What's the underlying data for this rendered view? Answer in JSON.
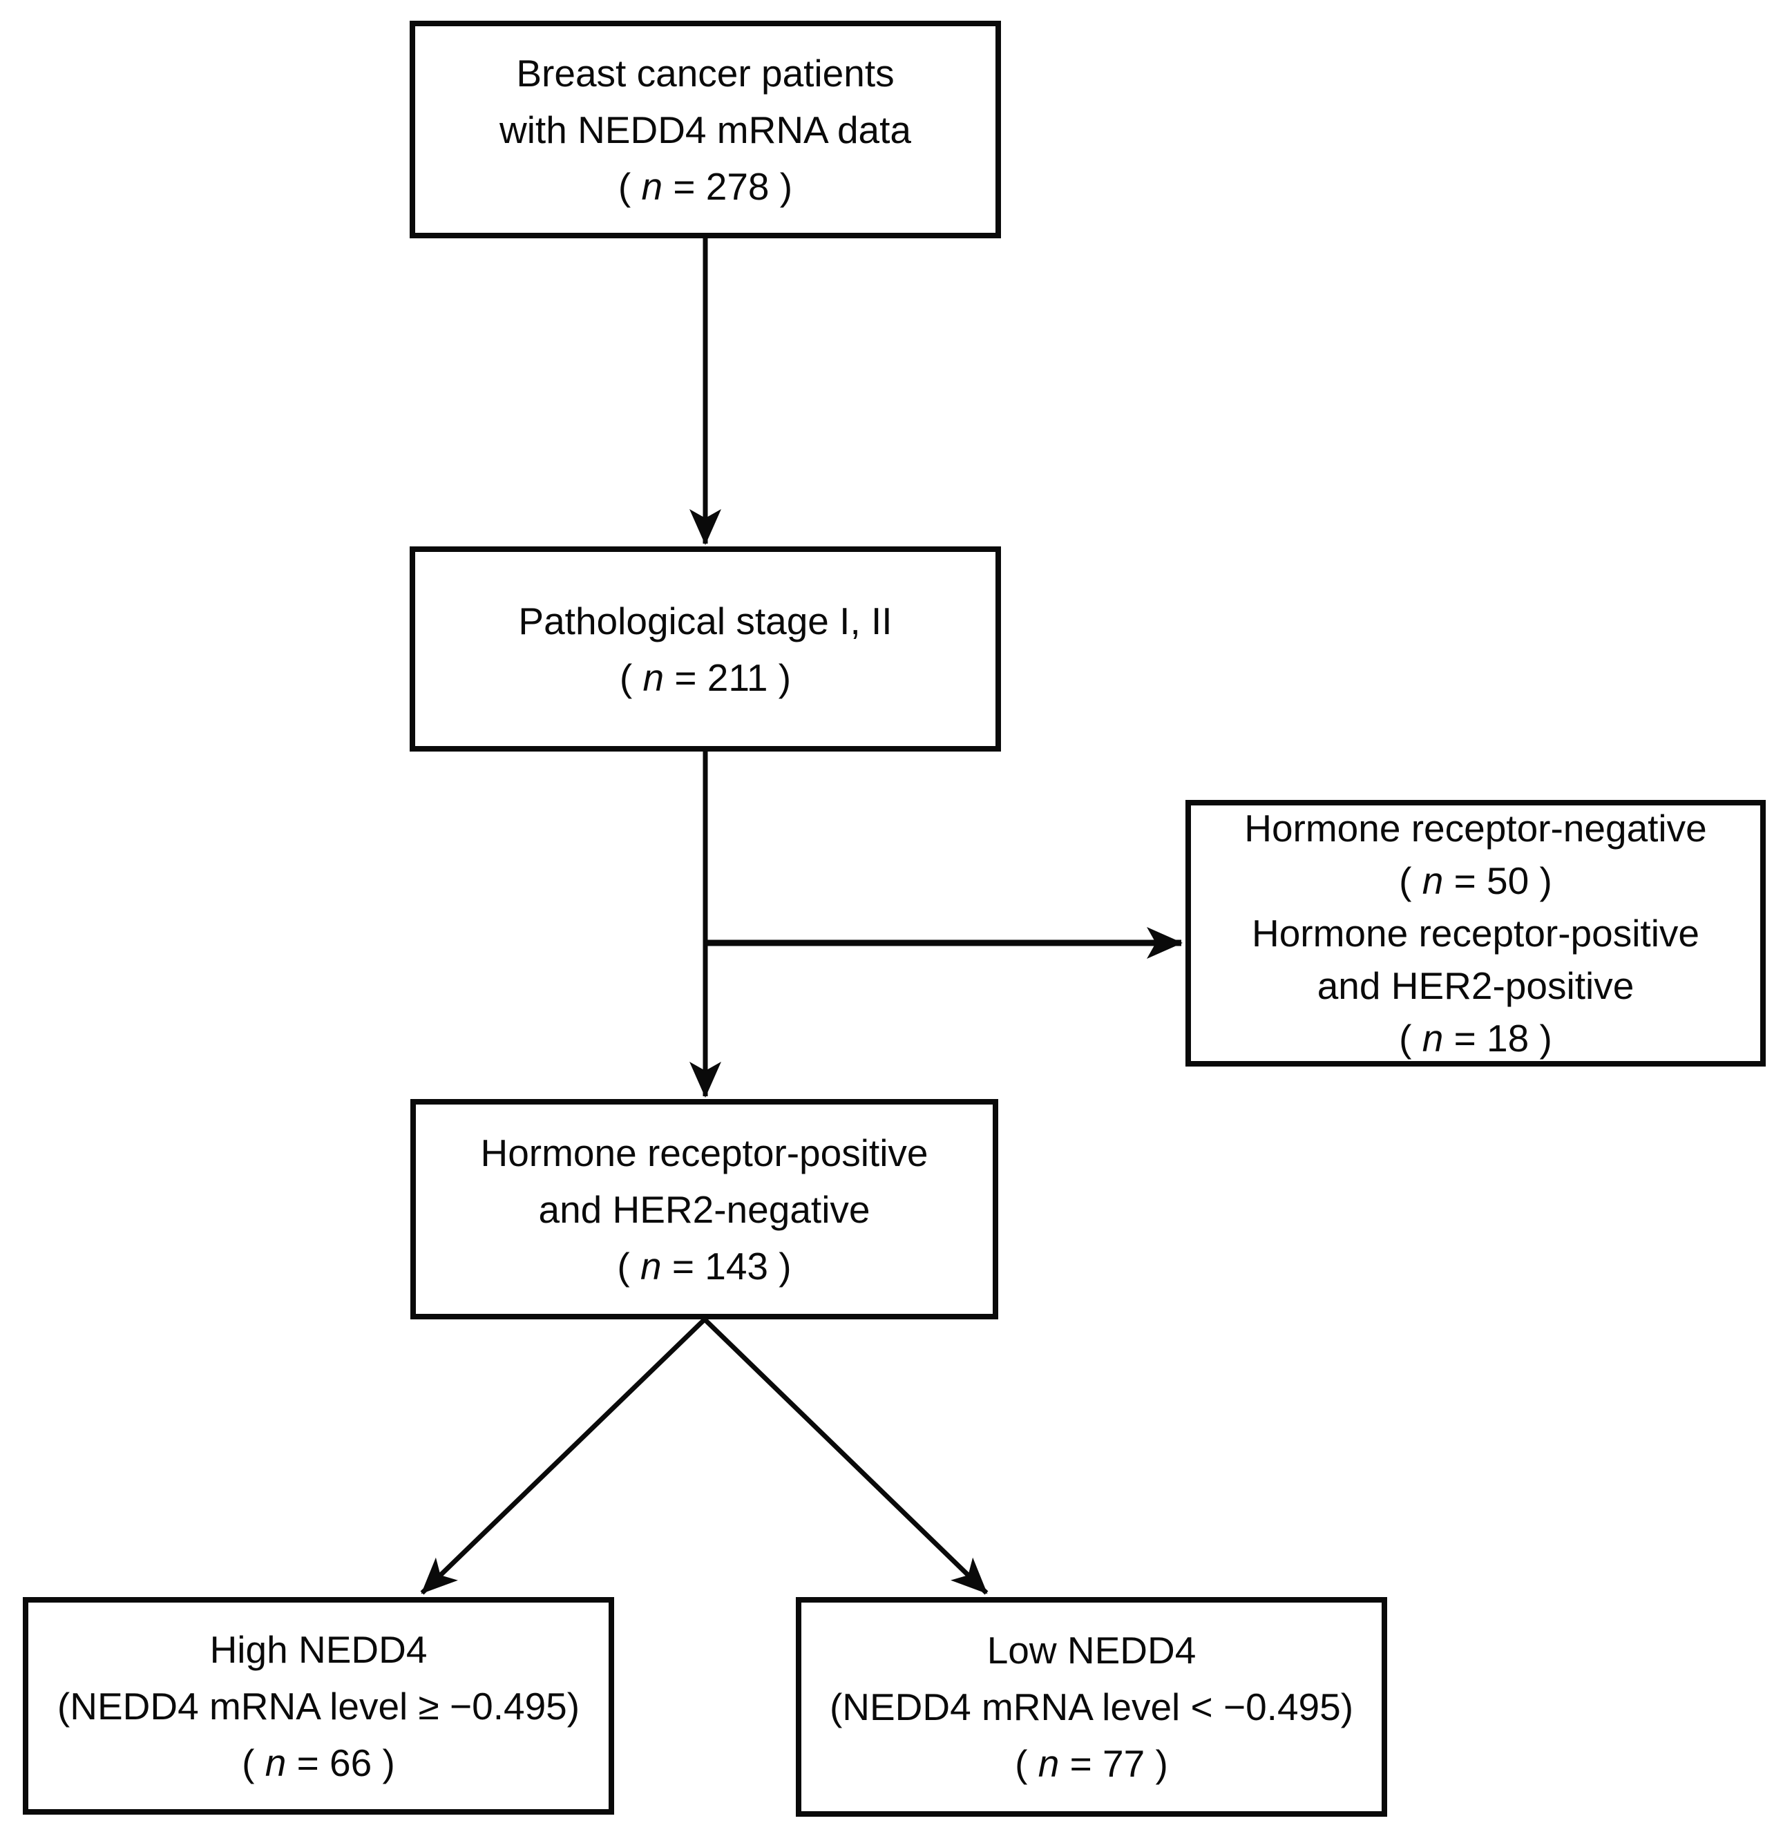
{
  "diagram": {
    "colors": {
      "background": "#ffffff",
      "stroke": "#0a0a0a",
      "text": "#0a0a0a"
    },
    "nodes": {
      "patients": {
        "lines": [
          "Breast cancer patients",
          "with NEDD4 mRNA data"
        ],
        "n": {
          "open": "( ",
          "var": "n",
          "close": " = 278 )"
        }
      },
      "stage": {
        "lines": [
          "Pathological stage I, II"
        ],
        "n": {
          "open": "( ",
          "var": "n",
          "close": " = 211 )"
        }
      },
      "excluded": {
        "groups": [
          {
            "lines": [
              "Hormone receptor-negative"
            ],
            "n": {
              "open": "( ",
              "var": "n",
              "close": " = 50 )"
            }
          },
          {
            "lines": [
              "Hormone receptor-positive",
              "and HER2-positive"
            ],
            "n": {
              "open": "( ",
              "var": "n",
              "close": " = 18 )"
            }
          }
        ]
      },
      "hr_positive_her2_negative": {
        "lines": [
          "Hormone receptor-positive",
          "and HER2-negative"
        ],
        "n": {
          "open": "( ",
          "var": "n",
          "close": " = 143 )"
        }
      },
      "high_nedd4": {
        "lines": [
          "High NEDD4",
          "(NEDD4 mRNA level ≥ −0.495)"
        ],
        "n": {
          "open": "( ",
          "var": "n",
          "close": " = 66 )"
        }
      },
      "low_nedd4": {
        "lines": [
          "Low NEDD4",
          "(NEDD4 mRNA level < −0.495)"
        ],
        "n": {
          "open": "( ",
          "var": "n",
          "close": " = 77 )"
        }
      }
    }
  }
}
